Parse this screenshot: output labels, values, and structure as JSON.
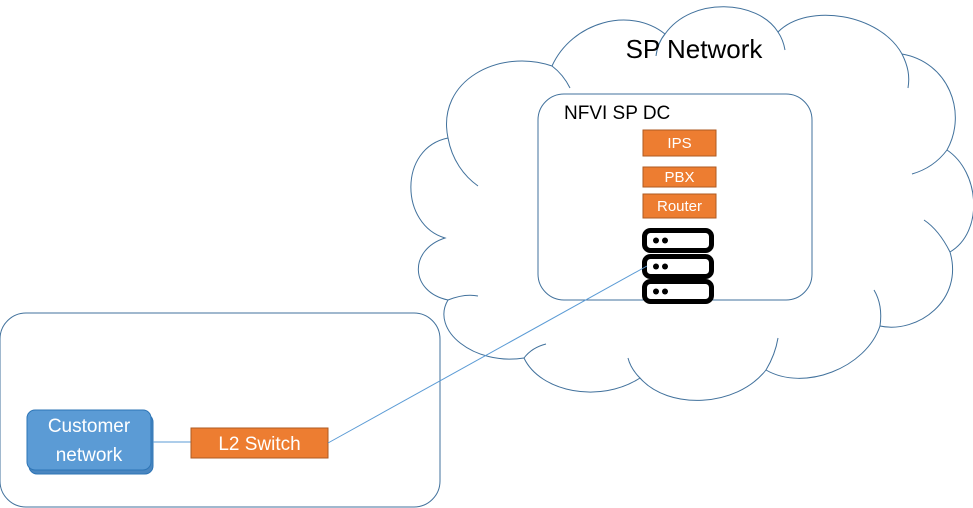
{
  "cloud": {
    "label": "SP Network"
  },
  "datacenter": {
    "label": "NFVI SP DC",
    "functions": [
      {
        "label": "IPS"
      },
      {
        "label": "PBX"
      },
      {
        "label": "Router"
      }
    ],
    "server_icon": "server-rack-icon"
  },
  "customer_site": {
    "network_label_line1": "Customer",
    "network_label_line2": "network",
    "switch_label": "L2 Switch"
  },
  "colors": {
    "outline": "#41719c",
    "orange_fill": "#ed7d31",
    "orange_stroke": "#ae5a21",
    "customer_fill": "#5b9bd5",
    "customer_stroke": "#2e75b6",
    "link_line": "#5b9bd5",
    "text_dark": "#000000",
    "text_light": "#ffffff"
  }
}
